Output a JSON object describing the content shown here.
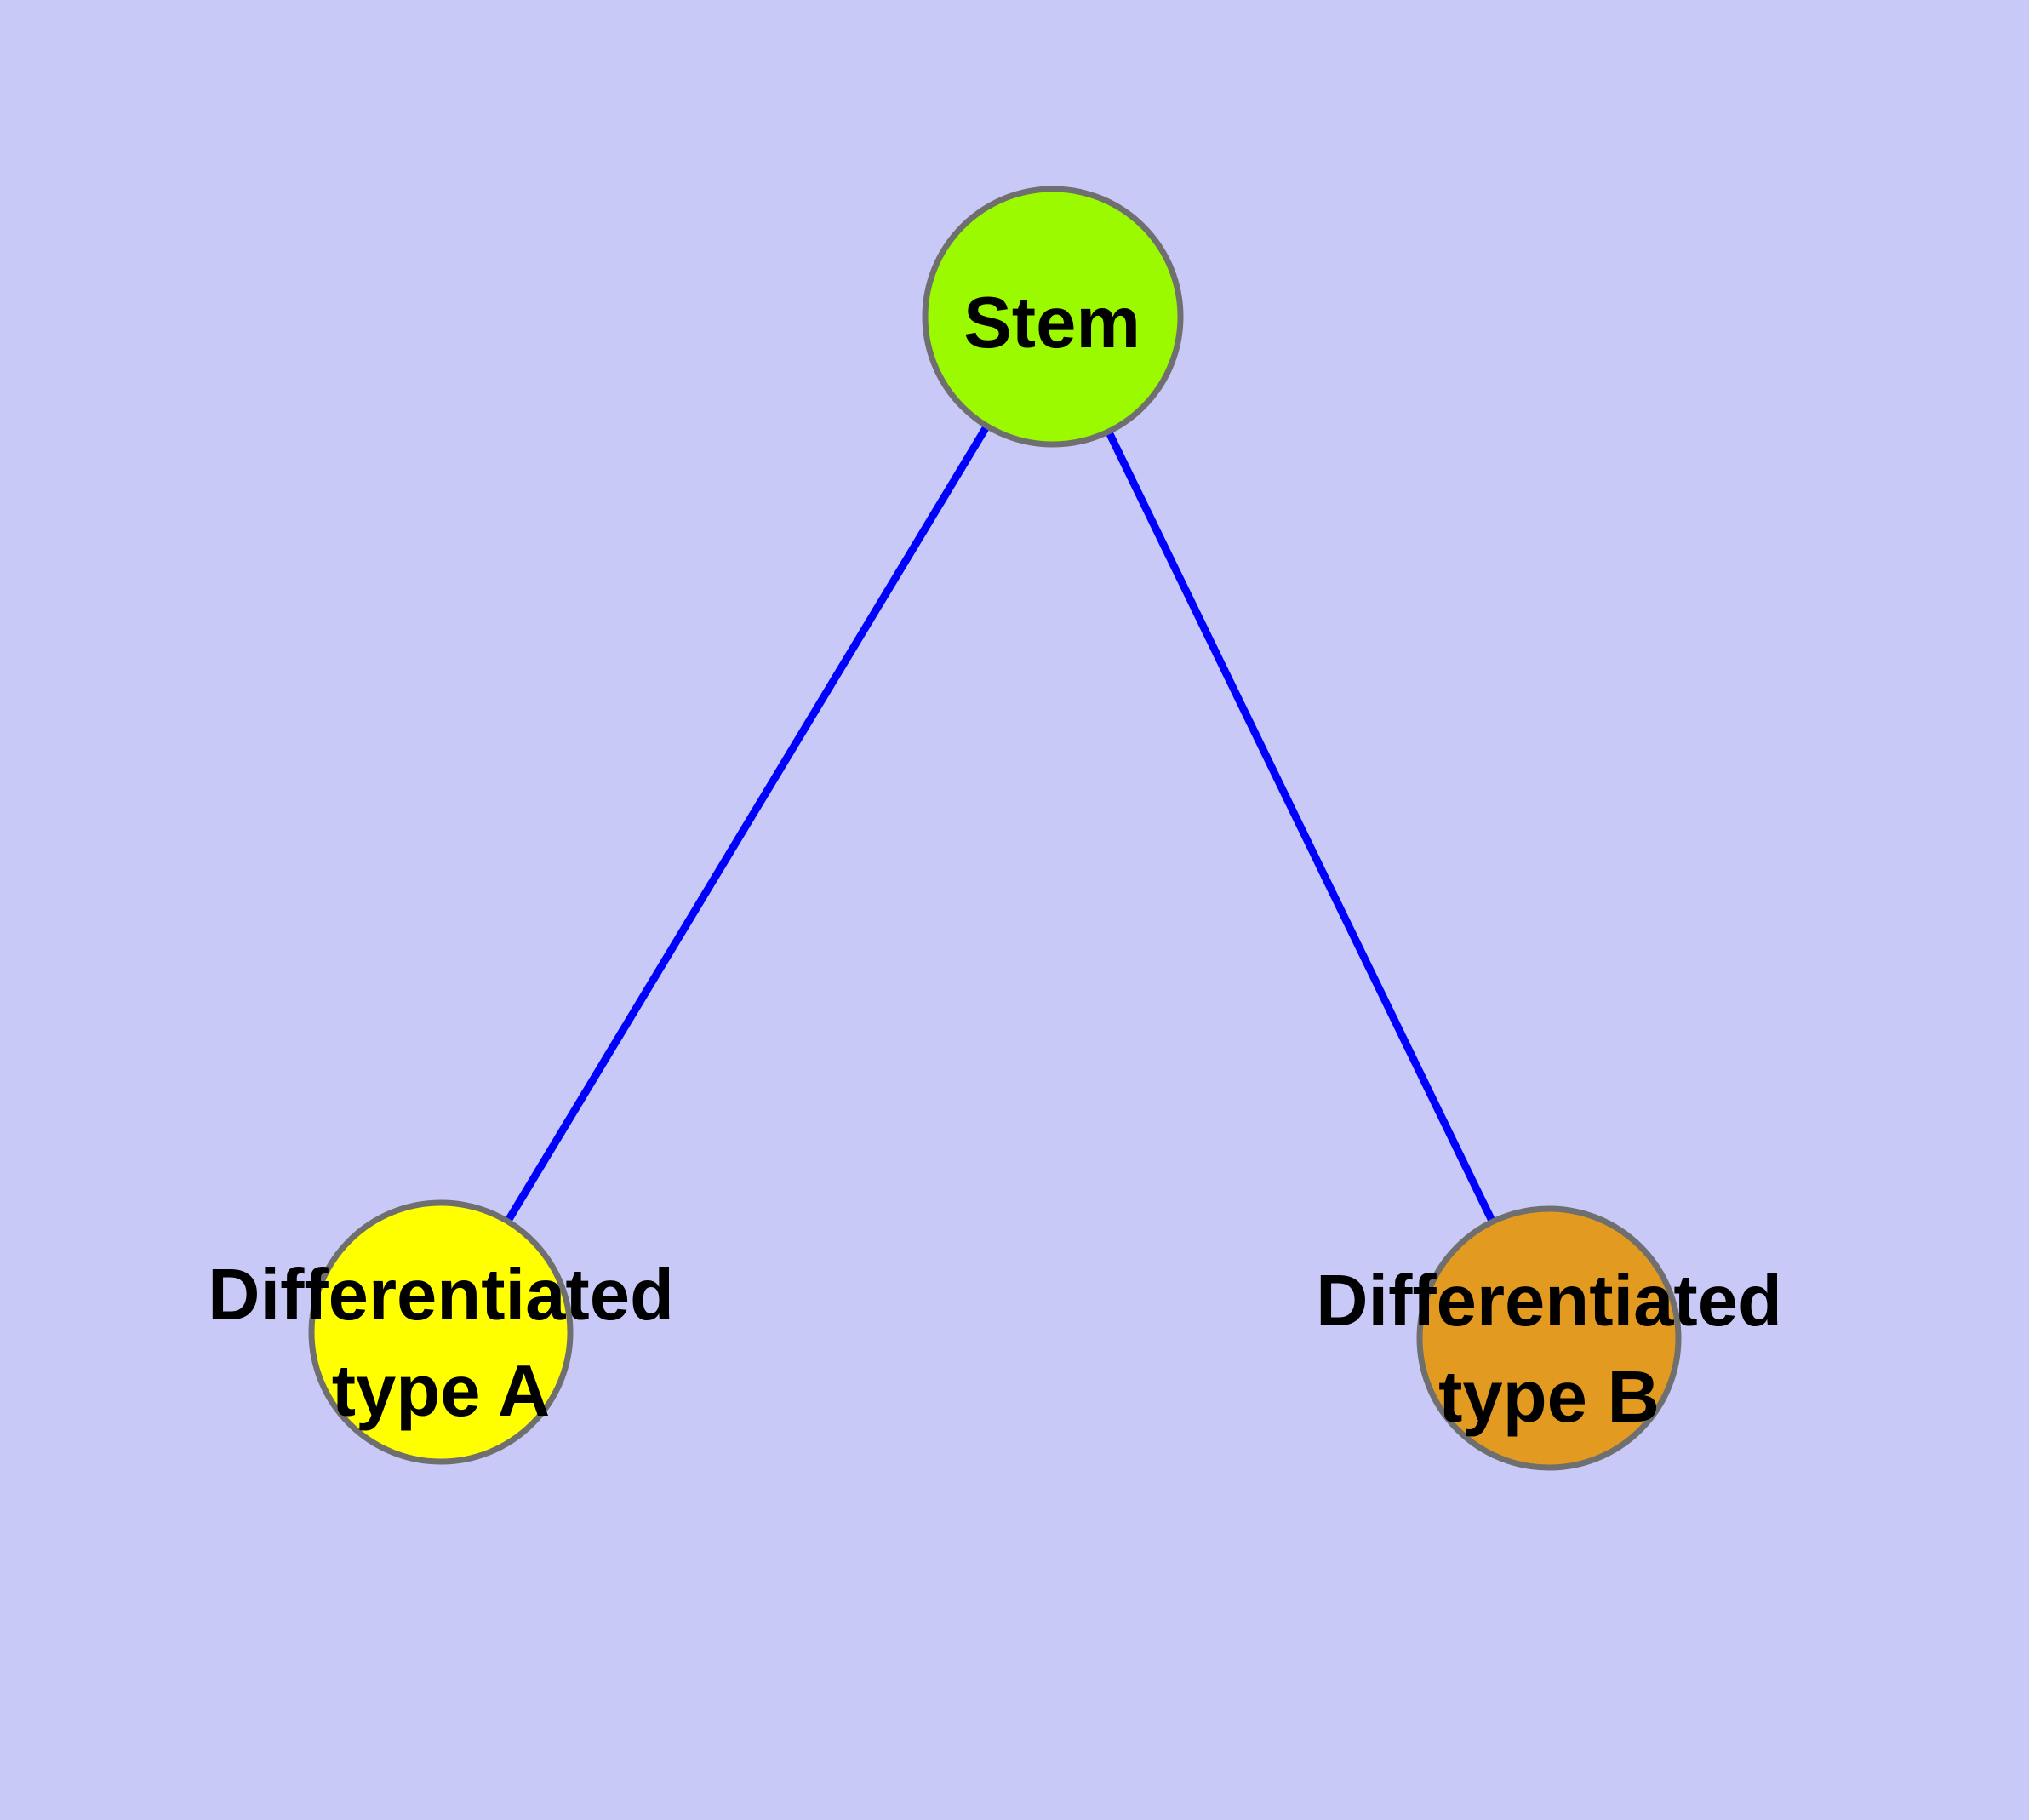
{
  "diagram": {
    "background_color": "#C9C9F7",
    "edge_color": "#0000FF",
    "node_border_color": "#6F6F6F",
    "text_color": "#000000",
    "nodes": {
      "stem": {
        "label": "Stem",
        "fill": "#9BFA00"
      },
      "type_a": {
        "label_line1": "Differentiated",
        "label_line2": "type A",
        "fill": "#FFFF00"
      },
      "type_b": {
        "label_line1": "Differentiated",
        "label_line2": "type B",
        "fill": "#E39A20"
      }
    },
    "edges": [
      {
        "from": "Stem",
        "to": "Differentiated type A"
      },
      {
        "from": "Stem",
        "to": "Differentiated type B"
      }
    ]
  }
}
